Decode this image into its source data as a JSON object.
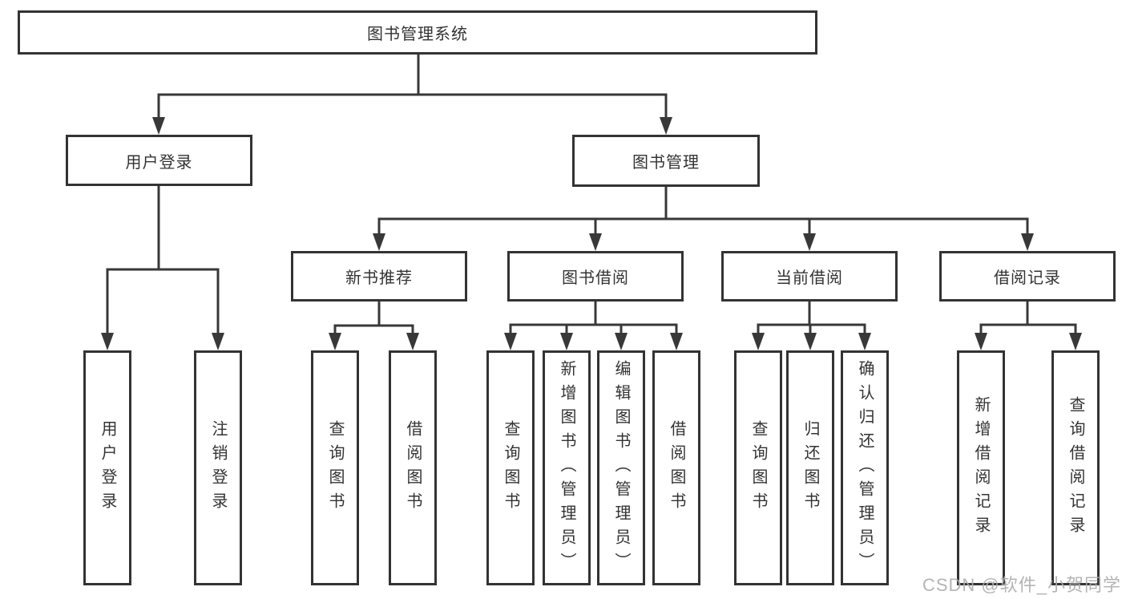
{
  "diagram": {
    "root": {
      "label": "图书管理系统",
      "children": [
        {
          "label": "用户登录",
          "children": [
            {
              "label": "用户登录"
            },
            {
              "label": "注销登录"
            }
          ]
        },
        {
          "label": "图书管理",
          "children": [
            {
              "label": "新书推荐",
              "children": [
                {
                  "label": "查询图书"
                },
                {
                  "label": "借阅图书"
                }
              ]
            },
            {
              "label": "图书借阅",
              "children": [
                {
                  "label": "查询图书"
                },
                {
                  "label": "新增图书（管理员）"
                },
                {
                  "label": "编辑图书（管理员）"
                },
                {
                  "label": "借阅图书"
                }
              ]
            },
            {
              "label": "当前借阅",
              "children": [
                {
                  "label": "查询图书"
                },
                {
                  "label": "归还图书"
                },
                {
                  "label": "确认归还（管理员）"
                }
              ]
            },
            {
              "label": "借阅记录",
              "children": [
                {
                  "label": "新增借阅记录"
                },
                {
                  "label": "查询借阅记录"
                }
              ]
            }
          ]
        }
      ]
    }
  },
  "watermark": "CSDN @软件_小贺同学",
  "colors": {
    "background": "#ffffff",
    "line": "#383838",
    "box_border": "#333333",
    "text": "#333333",
    "watermark": "#acacac"
  }
}
